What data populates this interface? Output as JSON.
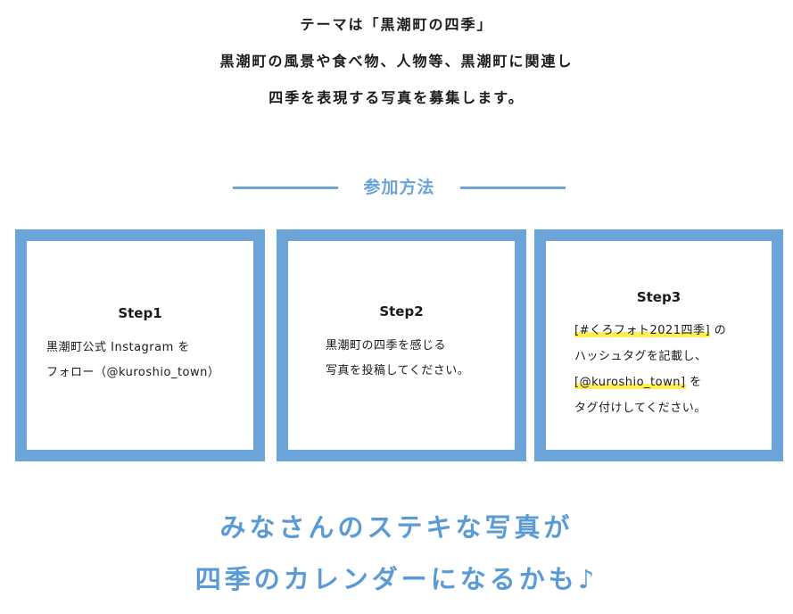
{
  "intro": {
    "lines": [
      "テーマは「黒潮町の四季」",
      "黒潮町の風景や食べ物、人物等、黒潮町に関連し",
      "四季を表現する写真を募集します。"
    ]
  },
  "section": {
    "heading": "参加方法"
  },
  "steps": [
    {
      "title": "Step1",
      "lines": [
        "黒潮町公式 Instagram を",
        "フォロー（@kuroshio_town）"
      ]
    },
    {
      "title": "Step2",
      "lines": [
        "黒潮町の四季を感じる",
        "写真を投稿してください。"
      ]
    },
    {
      "title": "Step3",
      "hashtag": "[#くろフォト2021四季]",
      "line1_suffix": " の",
      "line2": "ハッシュタグを記載し、",
      "account": "[@kuroshio_town]",
      "line3_suffix": " を",
      "line4": "タグ付けしてください。"
    }
  ],
  "closing": {
    "lines": [
      "みなさんのステキな写真が",
      "四季のカレンダーになるかも♪"
    ]
  },
  "colors": {
    "accent": "#6aa4d8",
    "highlight": "#ffee55"
  }
}
